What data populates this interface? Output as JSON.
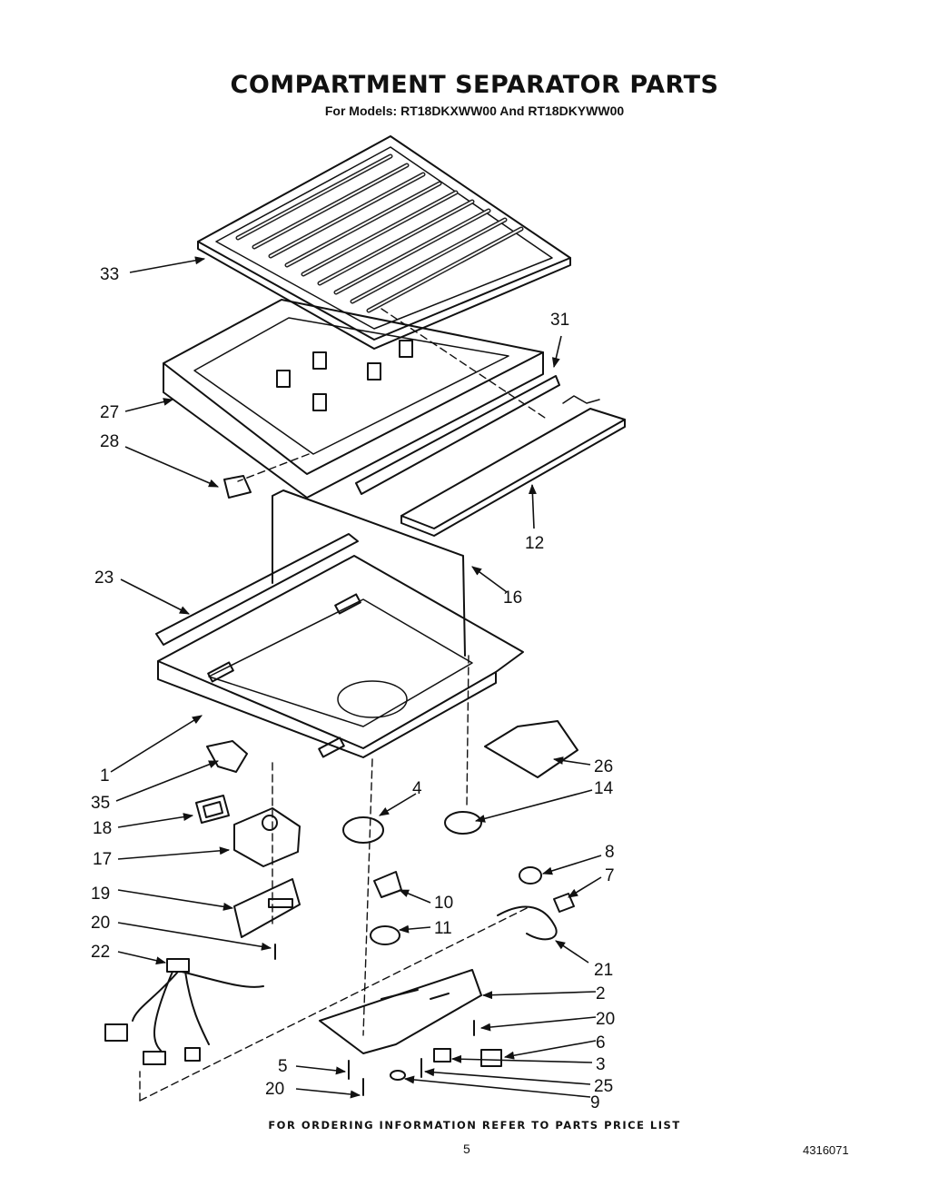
{
  "title": "COMPARTMENT SEPARATOR PARTS",
  "subtitle": "For Models: RT18DKXWW00 And RT18DKYWW00",
  "footer_note": "FOR ORDERING INFORMATION REFER TO PARTS PRICE LIST",
  "page_number": "5",
  "doc_number": "4316071",
  "callouts": [
    {
      "id": "33",
      "label": "33"
    },
    {
      "id": "31",
      "label": "31"
    },
    {
      "id": "27",
      "label": "27"
    },
    {
      "id": "28",
      "label": "28"
    },
    {
      "id": "12",
      "label": "12"
    },
    {
      "id": "23",
      "label": "23"
    },
    {
      "id": "16",
      "label": "16"
    },
    {
      "id": "1",
      "label": "1"
    },
    {
      "id": "26",
      "label": "26"
    },
    {
      "id": "35",
      "label": "35"
    },
    {
      "id": "4",
      "label": "4"
    },
    {
      "id": "14",
      "label": "14"
    },
    {
      "id": "18",
      "label": "18"
    },
    {
      "id": "17",
      "label": "17"
    },
    {
      "id": "8",
      "label": "8"
    },
    {
      "id": "7",
      "label": "7"
    },
    {
      "id": "19",
      "label": "19"
    },
    {
      "id": "10",
      "label": "10"
    },
    {
      "id": "20a",
      "label": "20"
    },
    {
      "id": "11",
      "label": "11"
    },
    {
      "id": "22",
      "label": "22"
    },
    {
      "id": "21",
      "label": "21"
    },
    {
      "id": "2",
      "label": "2"
    },
    {
      "id": "20b",
      "label": "20"
    },
    {
      "id": "6",
      "label": "6"
    },
    {
      "id": "5",
      "label": "5"
    },
    {
      "id": "3",
      "label": "3"
    },
    {
      "id": "25",
      "label": "25"
    },
    {
      "id": "20c",
      "label": "20"
    },
    {
      "id": "9",
      "label": "9"
    }
  ]
}
